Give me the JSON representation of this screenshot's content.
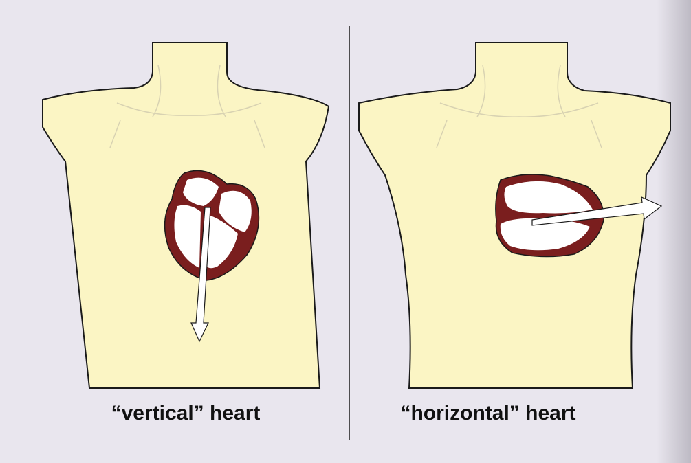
{
  "panels": [
    {
      "id": "left",
      "caption": "“vertical” heart"
    },
    {
      "id": "right",
      "caption": "“horizontal” heart"
    }
  ],
  "colors": {
    "background": "#e9e6ee",
    "skin": "#fbf5c4",
    "outline": "#1a1a1a",
    "myocardium": "#7a1e1e",
    "chamber": "#ffffff",
    "arrow": "#ffffff",
    "right_edge_shade": "#c9c6cf"
  },
  "icons": [
    "heart-icon",
    "axis-arrow-icon",
    "torso-icon"
  ]
}
